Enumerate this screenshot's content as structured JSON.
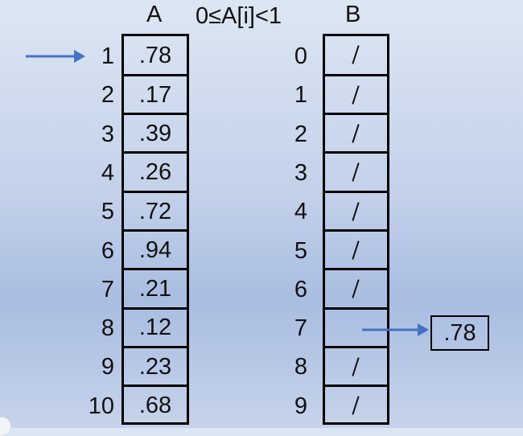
{
  "array_a": {
    "label": "A",
    "constraint": "0≤A[i]<1",
    "indices": [
      "1",
      "2",
      "3",
      "4",
      "5",
      "6",
      "7",
      "8",
      "9",
      "10"
    ],
    "values": [
      ".78",
      ".17",
      ".39",
      ".26",
      ".72",
      ".94",
      ".21",
      ".12",
      ".23",
      ".68"
    ]
  },
  "array_b": {
    "label": "B",
    "indices": [
      "0",
      "1",
      "2",
      "3",
      "4",
      "5",
      "6",
      "7",
      "8",
      "9"
    ],
    "slots": [
      "/",
      "/",
      "/",
      "/",
      "/",
      "/",
      "/",
      "",
      "/",
      "/"
    ]
  },
  "inserted": {
    "value": ".78",
    "bucket_index": "7"
  },
  "colors": {
    "arrow": "#4472c4",
    "border": "#000000"
  }
}
